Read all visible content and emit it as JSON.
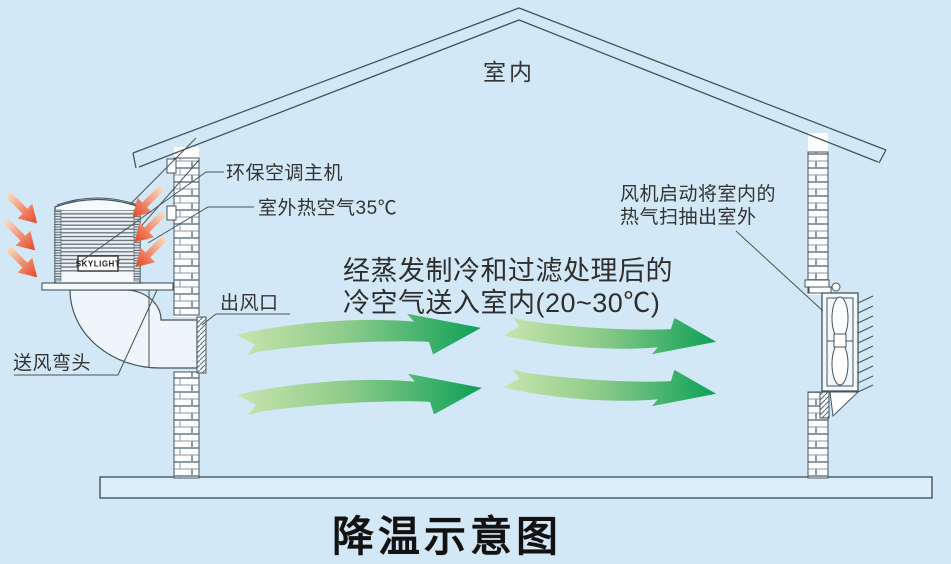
{
  "diagram": {
    "title": "降温示意图",
    "room_label": "室内",
    "brand": "SKYLIGHT",
    "labels": {
      "main_unit": "环保空调主机",
      "outdoor_hot_air": "室外热空气35℃",
      "air_outlet": "出风口",
      "supply_elbow": "送风弯头",
      "exhaust_line1": "风机启动将室内的",
      "exhaust_line2": "热气扫抽出室外",
      "center_line1": "经蒸发制冷和过滤处理后的",
      "center_line2": "冷空气送入室内(20~30℃)"
    },
    "colors": {
      "background": "#d3e8f6",
      "line": "#46545e",
      "text": "#333333",
      "green_gradient_start": "#c8e5ae",
      "green_gradient_end": "#0da057",
      "red_gradient_start": "#f9ddc2",
      "red_gradient_end": "#e64524"
    }
  }
}
